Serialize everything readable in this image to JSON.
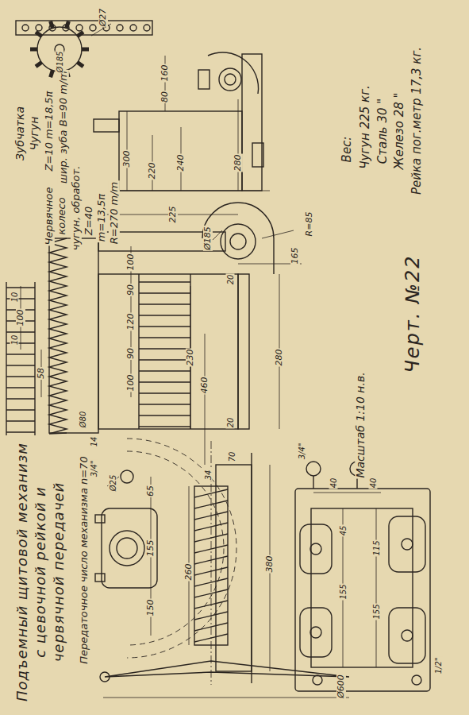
{
  "diagram": {
    "title": "Подъемный щитовой механизм с цевочной рейкой и червячной передачей",
    "caption": "Черт. №22",
    "labels": [
      "Передаточное число механизма n=70",
      "Зубчатка",
      "Чугун",
      "Z=10 m=18,5π",
      "шир. зуба B=90 m/m",
      "Ø185",
      "Ø27",
      "160",
      "80",
      "300",
      "240",
      "220",
      "280",
      "Червячное",
      "колесо",
      "чугун, обработ.",
      "Z=40",
      "m=13,5π",
      "R=270 m/m",
      "225",
      "R=85",
      "Ø185",
      "165",
      "10",
      "100",
      "10",
      "58",
      "Ø80",
      "100",
      "90",
      "120",
      "90",
      "100",
      "230",
      "280",
      "20",
      "20",
      "14",
      "460",
      "Ø600",
      "380",
      "260",
      "150",
      "155",
      "65",
      "Ø25",
      "3/4\"",
      "34",
      "70",
      "3/4\"",
      "40",
      "40",
      "1/2\"",
      "45",
      "155",
      "115",
      "155",
      "Вес:",
      "Чугун 225 кг.",
      "Сталь 30 \"",
      "Железо 28 \"",
      "Рейка пог.метр 17,3 кг.",
      "Масштаб 1:10 н.в."
    ]
  }
}
